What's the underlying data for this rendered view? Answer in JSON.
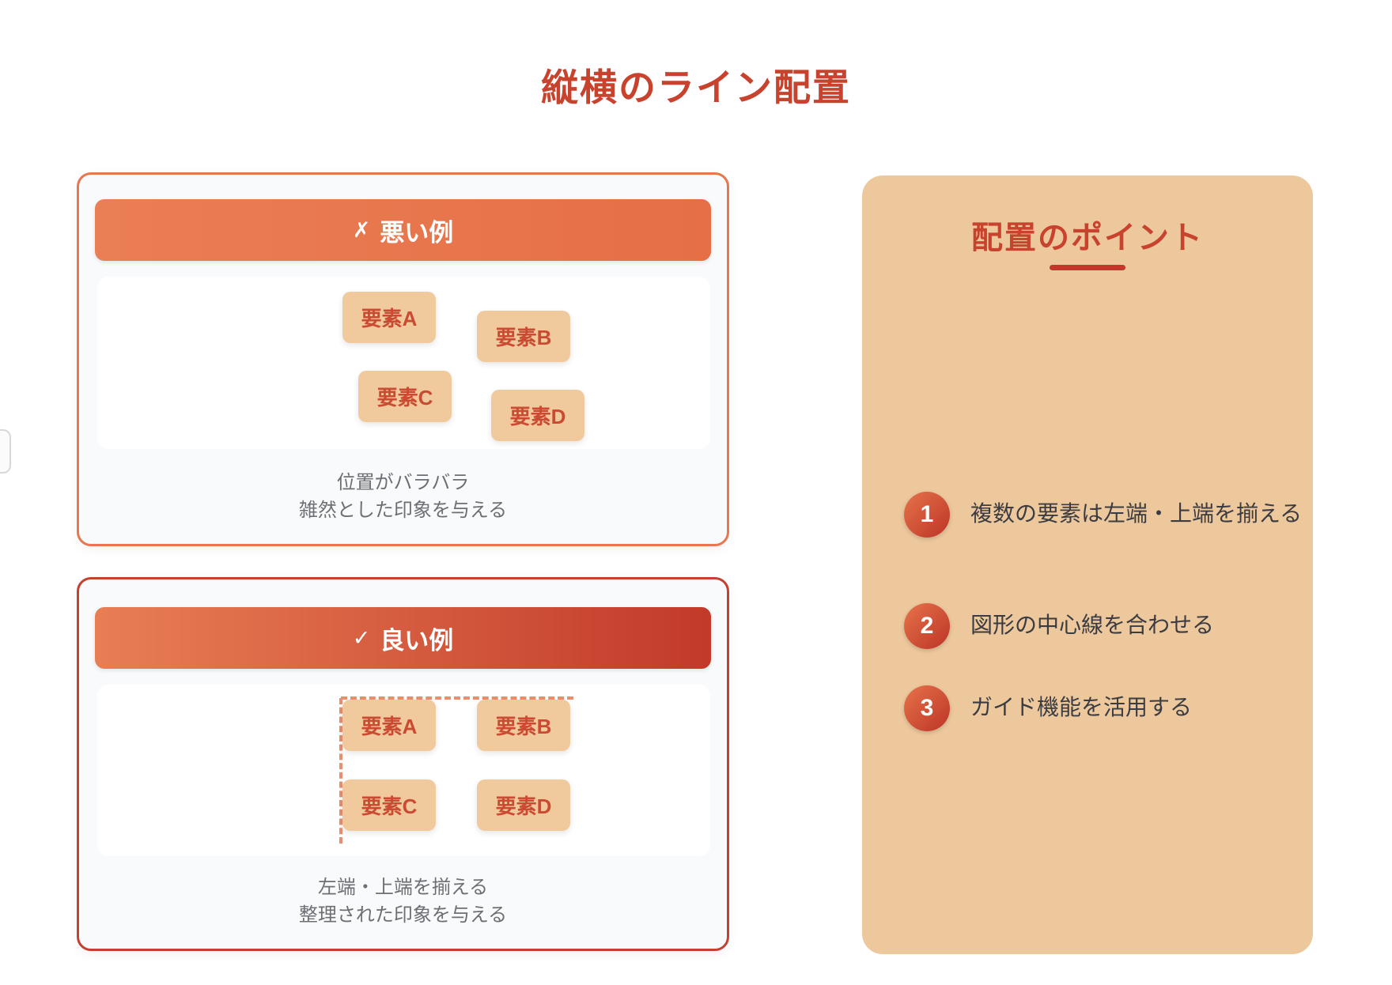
{
  "page": {
    "title": "縦横のライン配置"
  },
  "bad_example": {
    "header": {
      "mark": "✗",
      "label": "悪い例"
    },
    "elements": [
      "要素A",
      "要素B",
      "要素C",
      "要素D"
    ],
    "caption_line1": "位置がバラバラ",
    "caption_line2": "雑然とした印象を与える"
  },
  "good_example": {
    "header": {
      "mark": "✓",
      "label": "良い例"
    },
    "elements": [
      "要素A",
      "要素B",
      "要素C",
      "要素D"
    ],
    "caption_line1": "左端・上端を揃える",
    "caption_line2": "整理された印象を与える"
  },
  "points_panel": {
    "title": "配置のポイント",
    "items": [
      {
        "number": "1",
        "text": "複数の要素は左端・上端を揃える"
      },
      {
        "number": "2",
        "text": "図形の中心線を合わせる"
      },
      {
        "number": "3",
        "text": "ガイド機能を活用する"
      }
    ]
  },
  "colors": {
    "title_red": "#C8432E",
    "bad_header_orange": "#E8764F",
    "good_header_gradient_start": "#E87E55",
    "good_header_gradient_end": "#C23A2A",
    "good_border_red": "#C5402F",
    "element_box_tan": "#F0CA9D",
    "element_text_red": "#CB4A32",
    "guide_dash_salmon": "#E98F6D",
    "caption_gray": "#6E6F74",
    "points_panel_tan": "#EEC89D",
    "badge_gradient_start": "#E6734B",
    "badge_gradient_end": "#BC3426",
    "list_text_dark": "#3B3C41"
  }
}
